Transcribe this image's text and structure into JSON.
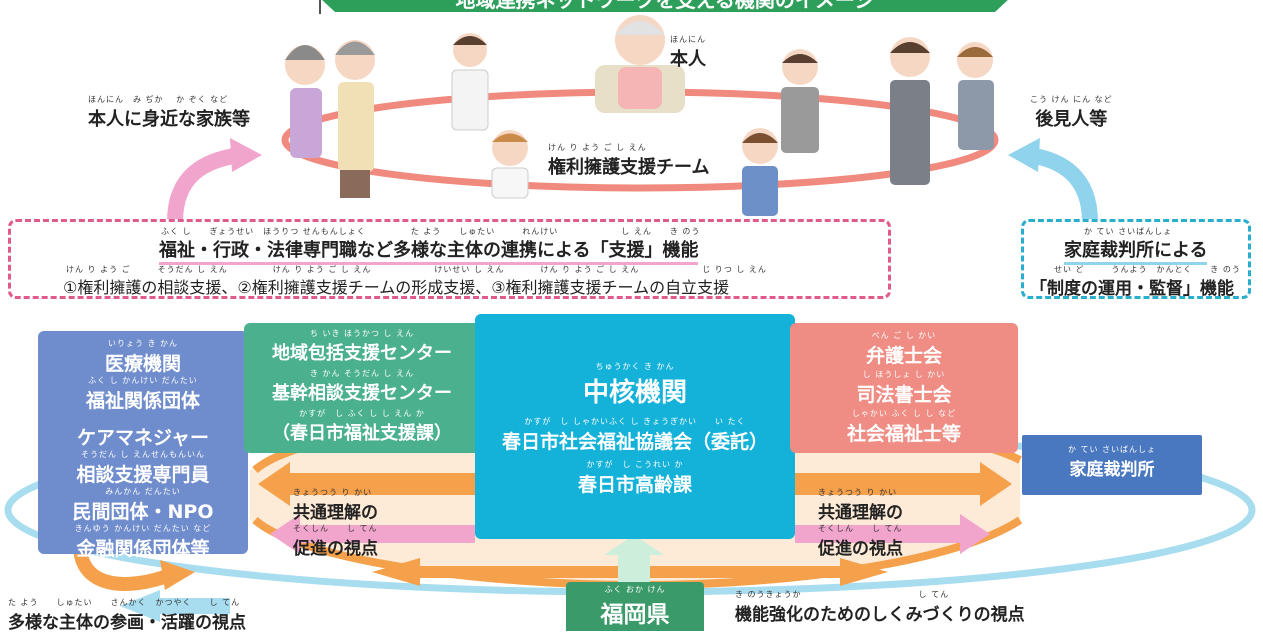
{
  "banner": {
    "text": "地域連携ネットワークを支える機関のイメージ"
  },
  "top": {
    "honnin": {
      "ruby": "ほんにん",
      "label": "本人"
    },
    "family": {
      "ruby": "ほんにん　み ぢか　 か ぞく など",
      "label": "本人に身近な家族等"
    },
    "guardian": {
      "ruby": "こう けん にん など",
      "label": "後見人等"
    },
    "team": {
      "ruby": "けん り よう ご し えん",
      "label": "権利擁護支援チーム"
    }
  },
  "support": {
    "ruby1": "ふく し　　ぎょうせい　ほうりつ せんもんしょく　　　　　た よう　　しゅたい　　　れんけい　　　　　　　し えん　　き のう",
    "title": "福祉・行政・法律専門職など多様な主体の連携による「支援」機能",
    "ruby2": "けん り よう ご　　　そうだん し えん　　　　　けん り よう ご し えん　　　　　　　けいせい し えん　　　　けん り よう ご し えん　　　　　　　じ りつ し えん",
    "items": "①権利擁護の相談支援、②権利擁護支援チームの形成支援、③権利擁護支援チームの自立支援"
  },
  "court_func": {
    "ruby1": "か てい さいばんしょ",
    "line1": "家庭裁判所による",
    "ruby2": "せい ど　　　うんよう　かんとく　　き のう",
    "line2": "「制度の運用・監督」機能"
  },
  "left_box": {
    "r1": "いりょう き かん",
    "l1": "医療機関",
    "r2": "ふく し かんけい だんたい",
    "l2": "福祉関係団体",
    "l3": "ケアマネジャー",
    "r4": "そうだん し えんせんもんいん",
    "l4": "相談支援専門員",
    "r5": "みんかん だんたい",
    "l5": "民間団体・NPO",
    "r6": "きんゆう かんけい だんたい など",
    "l6": "金融関係団体等"
  },
  "green_box": {
    "r1": "ち いき ほうかつ し えん",
    "l1": "地域包括支援センター",
    "r2": "き かん そうだん し えん",
    "l2": "基幹相談支援センター",
    "r3": "かすが　し ふく し し えん か",
    "l3": "（春日市福祉支援課）"
  },
  "center_box": {
    "r1": "ちゅうかく き かん",
    "l1": "中核機関",
    "r2": "かすが　し しゃかいふく し きょうぎかい　　い たく",
    "l2": "春日市社会福祉協議会（委託）",
    "r3": "かすが　し こうれい か",
    "l3": "春日市高齢課"
  },
  "pink_box": {
    "r1": "べん ご し かい",
    "l1": "弁護士会",
    "r2": "し ほうしょ し かい",
    "l2": "司法書士会",
    "r3": "しゃかい ふく し し など",
    "l3": "社会福祉士等"
  },
  "court_box": {
    "ruby": "か てい さいばんしょ",
    "label": "家庭裁判所"
  },
  "left_mid": {
    "ruby1": "きょうつう り かい",
    "line1": "共通理解の",
    "ruby2": "そくしん　　し てん",
    "line2": "促進の視点"
  },
  "right_mid": {
    "ruby1": "きょうつう り かい",
    "line1": "共通理解の",
    "ruby2": "そくしん　　し てん",
    "line2": "促進の視点"
  },
  "bottom_left": {
    "ruby": "た よう　　しゅたい　　さんかく　かつやく　　し てん",
    "label": "多様な主体の参画・活躍の視点"
  },
  "bottom_right": {
    "ruby": "き のうきょうか　　　　　　　　　　　　　し てん",
    "label": "機能強化のためのしくみづくりの視点"
  },
  "fukuoka": {
    "ruby": "ふく おか けん",
    "label": "福岡県"
  },
  "colors": {
    "banner": "#2e9e5b",
    "left_box": "#6f8ccc",
    "green_box": "#4ab08e",
    "center_box": "#14b1d9",
    "pink_box": "#ef8d85",
    "court_box": "#4a78c0",
    "fukuoka": "#3a9a6a",
    "orange": "#f5a04a",
    "cyan_arrow": "#8fd3ec",
    "pink_arrow": "#f2a5cc",
    "dash_pink": "#e05a8c",
    "dash_cyan": "#2aaecd"
  }
}
